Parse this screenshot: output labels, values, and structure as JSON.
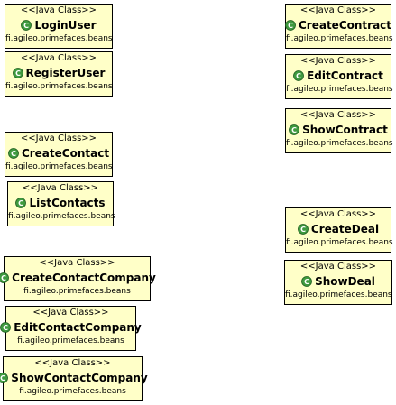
{
  "classes": [
    {
      "id": "login-user",
      "stereotype": "<<Java Class>>",
      "name": "LoginUser",
      "package": "fi.agileo.primefaces.beans",
      "icon": "class-icon"
    },
    {
      "id": "register-user",
      "stereotype": "<<Java Class>>",
      "name": "RegisterUser",
      "package": "fi.agileo.primefaces.beans",
      "icon": "class-icon"
    },
    {
      "id": "create-contact",
      "stereotype": "<<Java Class>>",
      "name": "CreateContact",
      "package": "fi.agileo.primefaces.beans",
      "icon": "class-icon"
    },
    {
      "id": "list-contacts",
      "stereotype": "<<Java Class>>",
      "name": "ListContacts",
      "package": "fi.agileo.primefaces.beans",
      "icon": "class-icon"
    },
    {
      "id": "create-contact-company",
      "stereotype": "<<Java Class>>",
      "name": "CreateContactCompany",
      "package": "fi.agileo.primefaces.beans",
      "icon": "class-icon"
    },
    {
      "id": "edit-contact-company",
      "stereotype": "<<Java Class>>",
      "name": "EditContactCompany",
      "package": "fi.agileo.primefaces.beans",
      "icon": "class-icon"
    },
    {
      "id": "show-contact-company",
      "stereotype": "<<Java Class>>",
      "name": "ShowContactCompany",
      "package": "fi.agileo.primefaces.beans",
      "icon": "class-icon"
    },
    {
      "id": "create-contract",
      "stereotype": "<<Java Class>>",
      "name": "CreateContract",
      "package": "fi.agileo.primefaces.beans",
      "icon": "class-icon"
    },
    {
      "id": "edit-contract",
      "stereotype": "<<Java Class>>",
      "name": "EditContract",
      "package": "fi.agileo.primefaces.beans",
      "icon": "class-icon"
    },
    {
      "id": "show-contract",
      "stereotype": "<<Java Class>>",
      "name": "ShowContract",
      "package": "fi.agileo.primefaces.beans",
      "icon": "class-icon"
    },
    {
      "id": "create-deal",
      "stereotype": "<<Java Class>>",
      "name": "CreateDeal",
      "package": "fi.agileo.primefaces.beans",
      "icon": "class-icon"
    },
    {
      "id": "show-deal",
      "stereotype": "<<Java Class>>",
      "name": "ShowDeal",
      "package": "fi.agileo.primefaces.beans",
      "icon": "class-icon"
    }
  ],
  "colors": {
    "box_fill": "#ffffc8",
    "box_border": "#000000",
    "icon_green": "#3f9a3f",
    "shadow": "#8a8a8a"
  }
}
